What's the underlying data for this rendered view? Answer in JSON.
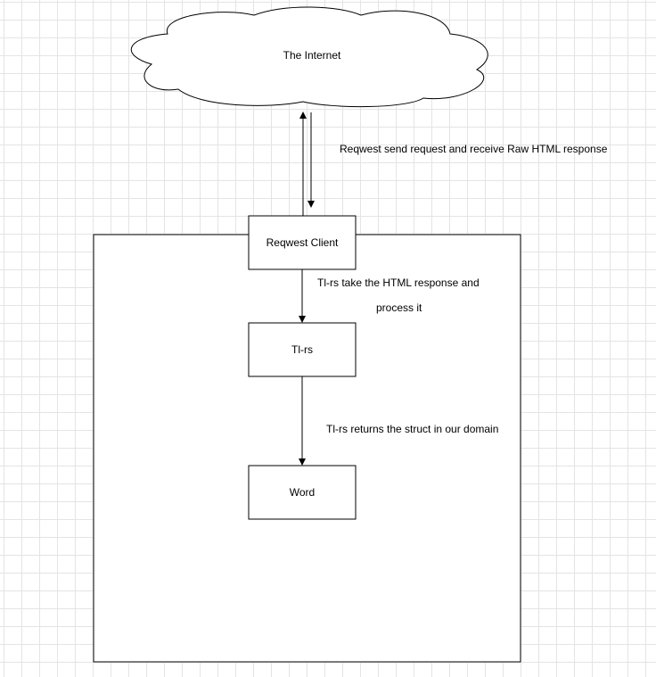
{
  "nodes": {
    "internet": {
      "label": "The Internet"
    },
    "reqwest_client": {
      "label": "Reqwest Client"
    },
    "tl_rs": {
      "label": "Tl-rs"
    },
    "word": {
      "label": "Word"
    }
  },
  "edges": {
    "internet_client": {
      "label": "Reqwest send request and receive Raw HTML response"
    },
    "client_tlrs": {
      "label_line1": "Tl-rs take the HTML response and",
      "label_line2": "process it"
    },
    "tlrs_word": {
      "label": "Tl-rs returns the struct in our domain"
    }
  }
}
